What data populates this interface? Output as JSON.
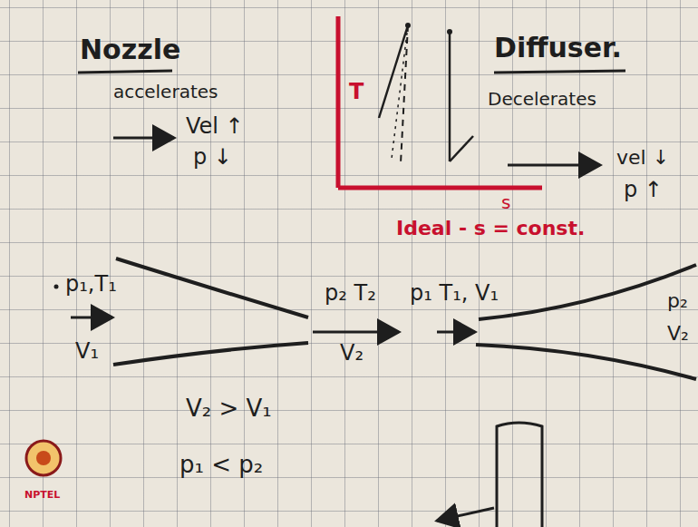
{
  "diagram": {
    "labels": [
      "Nozzle",
      "Diffuser.",
      "T",
      "s",
      "accelerates",
      "Vel ↑",
      "p ↓",
      "Decelerates",
      "vel ↓",
      "p ↑",
      "Ideal - s = const.",
      "p₁,T₁",
      "V₁",
      "p₂ T₂",
      "V₂",
      "p₁ T₁, V₁",
      "p₂",
      "V₂",
      "V₂ > V₁",
      "p₁ < p₂",
      "NPTEL"
    ]
  }
}
